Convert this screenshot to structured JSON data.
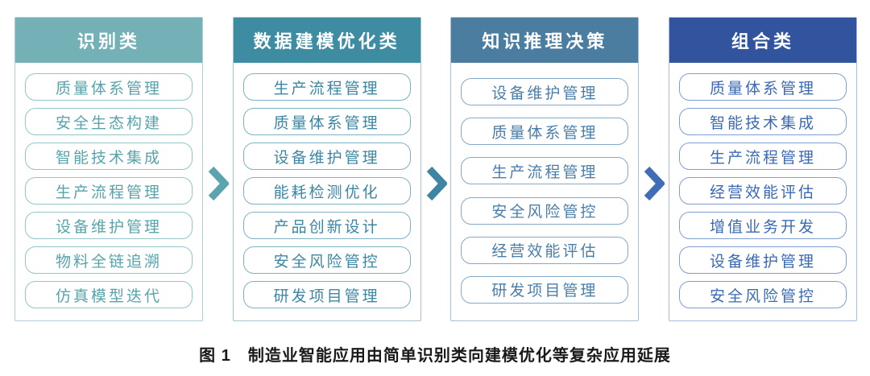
{
  "figure": {
    "caption": "图 1　制造业智能应用由简单识别类向建模优化等复杂应用延展"
  },
  "columns": [
    {
      "title": "识别类",
      "header_bg": "#73b1b6",
      "item_color": "#57a4ab",
      "item_border": "#92c5ca",
      "panel_border": "#aecfd3",
      "items": [
        "质量体系管理",
        "安全生态构建",
        "智能技术集成",
        "生产流程管理",
        "设备维护管理",
        "物料全链追溯",
        "仿真模型迭代"
      ]
    },
    {
      "title": "数据建模优化类",
      "header_bg": "#3e8ca1",
      "item_color": "#3a87a4",
      "item_border": "#7fb1c4",
      "panel_border": "#a3c3cf",
      "items": [
        "生产流程管理",
        "质量体系管理",
        "设备维护管理",
        "能耗检测优化",
        "产品创新设计",
        "安全风险管控",
        "研发项目管理"
      ]
    },
    {
      "title": "知识推理决策",
      "header_bg": "#4a7da0",
      "item_color": "#4a7ea9",
      "item_border": "#85a9c8",
      "panel_border": "#a9bfd3",
      "items": [
        "设备维护管理",
        "质量体系管理",
        "生产流程管理",
        "安全风险管控",
        "经营效能评估",
        "研发项目管理"
      ]
    },
    {
      "title": "组合类",
      "header_bg": "#32549f",
      "item_color": "#3a6ab5",
      "item_border": "#7e9ed2",
      "panel_border": "#aabbdd",
      "items": [
        "质量体系管理",
        "智能技术集成",
        "生产流程管理",
        "经营效能评估",
        "增值业务开发",
        "设备维护管理",
        "安全风险管控"
      ]
    }
  ],
  "arrows": [
    {
      "name": "chevron-right-icon",
      "color": "#5ba4ae"
    },
    {
      "name": "chevron-right-icon",
      "color": "#3e85a3"
    },
    {
      "name": "chevron-right-icon",
      "color": "#3f6db6"
    }
  ]
}
